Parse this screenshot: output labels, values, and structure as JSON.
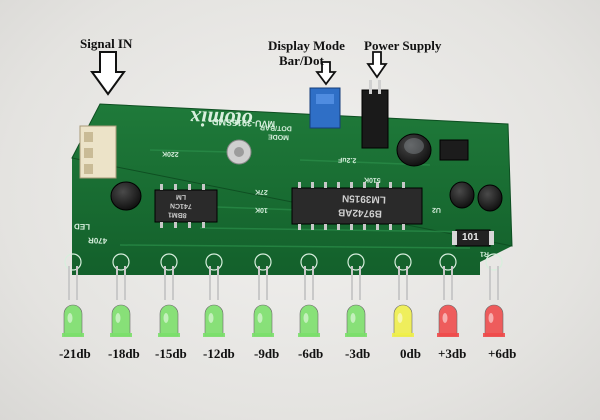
{
  "annotations": {
    "signal_in": "Signal IN",
    "display_mode": "Display Mode",
    "bar_dot": "Bar/Dot",
    "power_supply": "Power Supply"
  },
  "board": {
    "brand": "otomix",
    "model": "MVU-3915SMD",
    "ic_main": "LM3915N",
    "ic_main_code": "B9742AB",
    "ic_small_line1": "LM",
    "ic_small_line2": "741CN",
    "ic_small_line3": "8BM1",
    "resistor_code": "101",
    "silk_mode": "MODE",
    "silk_dot_bar": "DOT/BAR",
    "silk_led1": "LED",
    "silk_r470": "470R",
    "silk_220k": "220K",
    "silk_510k": "510K",
    "silk_27k": "27K",
    "silk_10k": "10K",
    "silk_2u2": "2.2uF",
    "silk_u2": "U2",
    "silk_r1": "R1"
  },
  "led_labels": [
    "-21db",
    "-18db",
    "-15db",
    "-12db",
    "-9db",
    "-6db",
    "-3db",
    "0db",
    "+3db",
    "+6db"
  ],
  "led_colors": [
    "#7be06a",
    "#7be06a",
    "#7be06a",
    "#7be06a",
    "#7be06a",
    "#7be06a",
    "#7be06a",
    "#f0f04a",
    "#f04a4a",
    "#f04a4a"
  ]
}
